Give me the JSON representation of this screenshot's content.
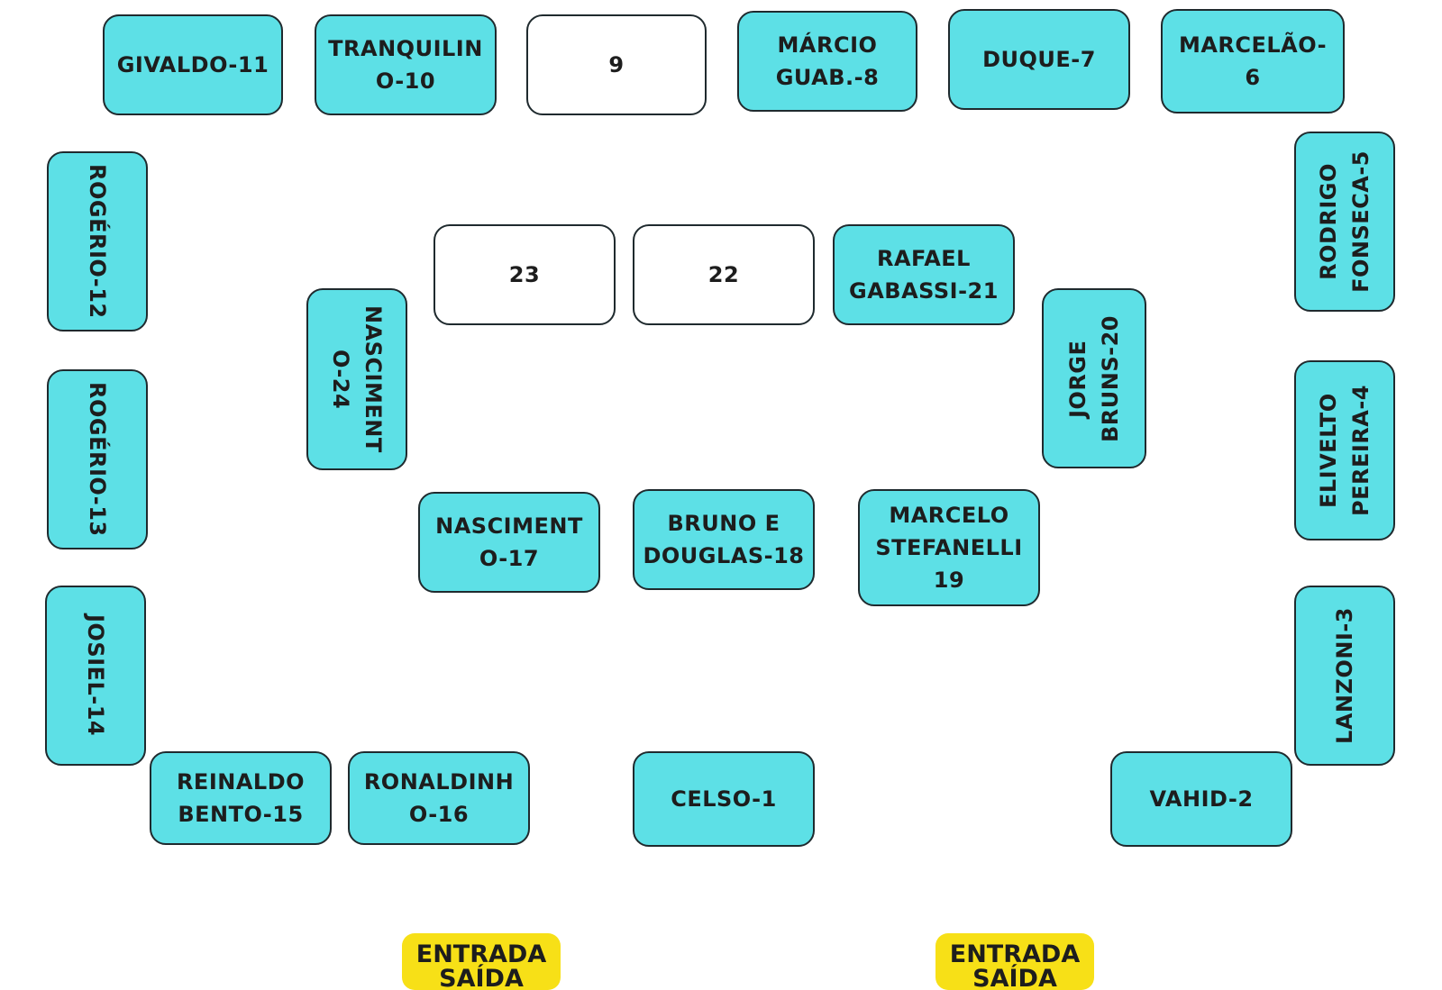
{
  "seats": {
    "givaldo": "GIVALDO-11",
    "tranquilino": "TRANQUILIN\nO-10",
    "s9": "9",
    "marcio": "MÁRCIO\nGUAB.-8",
    "duque": "DUQUE-7",
    "marcelao": "MARCELÃO-\n6",
    "rodrigo": "RODRIGO\nFONSECA-5",
    "elivelto": "ELIVELTO\nPEREIRA-4",
    "lanzoni": "LANZONI-3",
    "vahid": "VAHID-2",
    "celso": "CELSO-1",
    "ronaldinho": "RONALDINH\nO-16",
    "reinaldo": "REINALDO\nBENTO-15",
    "josiel": "JOSIEL-14",
    "rogerio13": "ROGÉRIO-13",
    "rogerio12": "ROGÉRIO-12",
    "s23": "23",
    "s22": "22",
    "rafael": "RAFAEL\nGABASSI-21",
    "jorge": "JORGE\nBRUNS-20",
    "nascimento24": "NASCIMENT\nO-24",
    "nascimento17": "NASCIMENT\nO-17",
    "bruno": "BRUNO E\nDOUGLAS-18",
    "marcelo": "MARCELO\nSTEFANELLI\n19"
  },
  "exits": {
    "left": {
      "line1": "ENTRADA",
      "line2": "SAÍDA"
    },
    "right": {
      "line1": "ENTRADA",
      "line2": "SAÍDA"
    }
  },
  "colors": {
    "seat": "#5de0e6",
    "empty_seat": "#ffffff",
    "exit": "#f7e017",
    "border": "#1f2a2e"
  }
}
